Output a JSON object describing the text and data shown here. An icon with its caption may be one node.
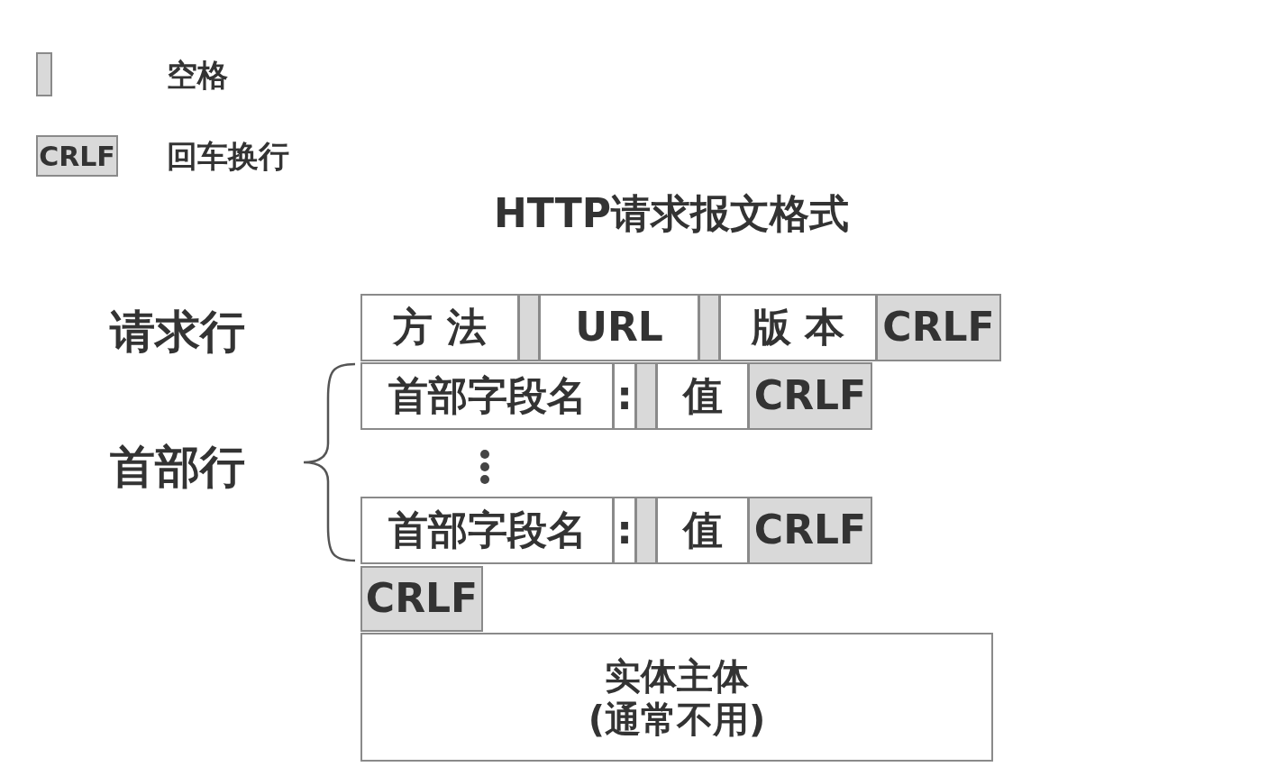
{
  "diagram": {
    "title": "HTTP请求报文格式",
    "nodes": [
      {
        "text": [
          "方 法"
        ]
      },
      {
        "text": [],
        "shape": "box"
      },
      {
        "text": [
          "URL"
        ]
      },
      {
        "text": [],
        "shape": "box"
      },
      {
        "text": [
          "版 本"
        ]
      },
      {
        "text": [
          "CRLF"
        ]
      },
      {
        "text": [
          "首部字段名"
        ]
      },
      {
        "text": [
          ":"
        ]
      },
      {
        "text": [],
        "shape": "box"
      },
      {
        "text": [
          "值"
        ]
      },
      {
        "text": [
          "CRLF"
        ]
      },
      {
        "text": [
          "首部字段名"
        ]
      },
      {
        "text": [
          ":"
        ]
      },
      {
        "text": [],
        "shape": "box"
      },
      {
        "text": [
          "值"
        ]
      },
      {
        "text": [
          "CRLF"
        ]
      },
      {
        "text": [
          "CRLF"
        ]
      },
      {
        "text": [
          "实体主体",
          "(通常不用)"
        ]
      }
    ],
    "labels": [
      "CRLF",
      "请求行",
      "首部行"
    ],
    "legend": [
      {
        "text": "空格",
        "color": "#d9d9d9"
      },
      {
        "text": "回车换行",
        "color": "#d9d9d9"
      }
    ]
  }
}
